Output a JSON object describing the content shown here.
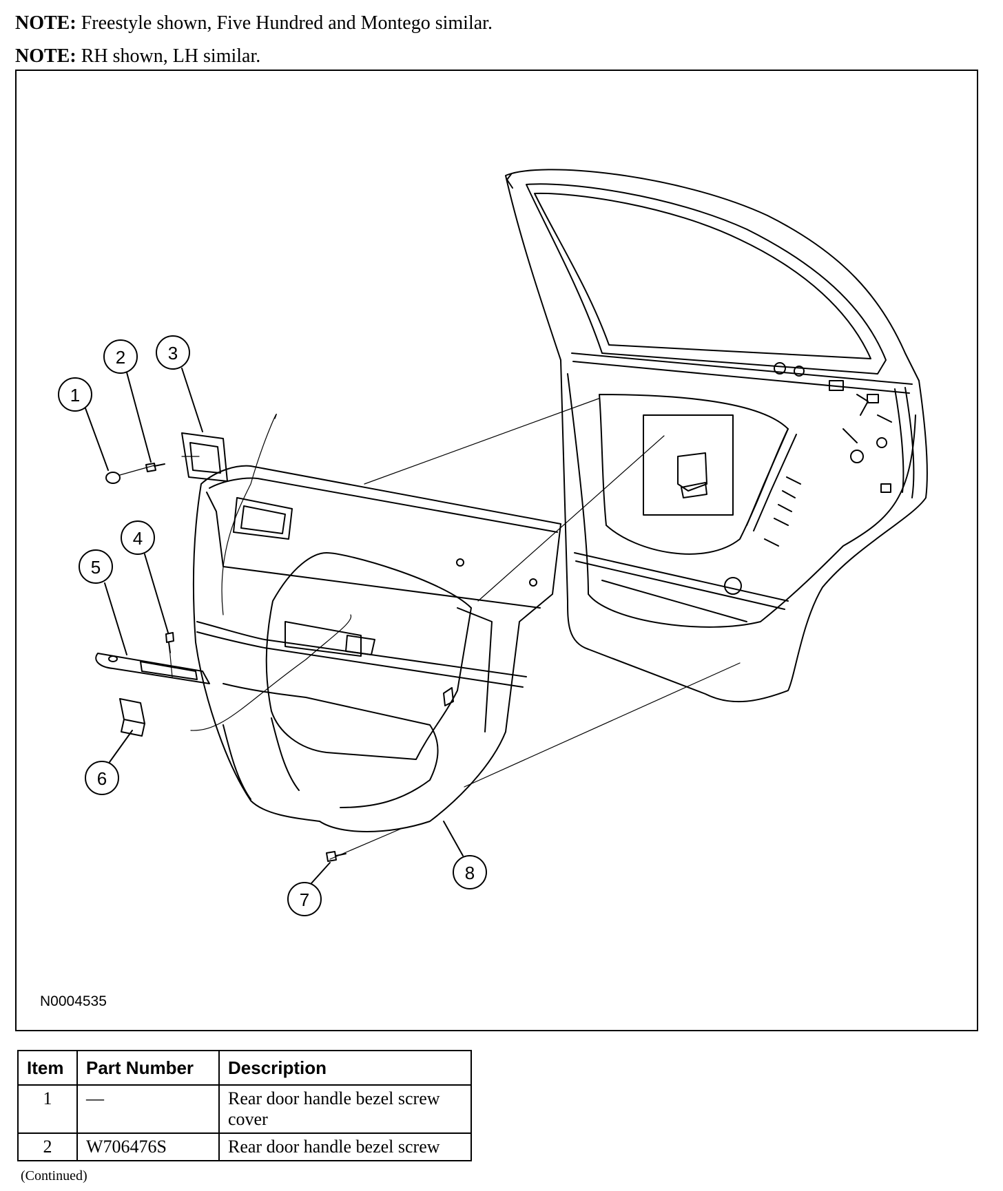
{
  "notes": [
    {
      "label": "NOTE:",
      "text": "Freestyle shown, Five Hundred and Montego similar."
    },
    {
      "label": "NOTE:",
      "text": "RH shown, LH similar."
    }
  ],
  "figure": {
    "id": "N0004535",
    "callouts": [
      "1",
      "2",
      "3",
      "4",
      "5",
      "6",
      "7",
      "8"
    ]
  },
  "table": {
    "headers": {
      "item": "Item",
      "part_number": "Part Number",
      "description": "Description"
    },
    "rows": [
      {
        "item": "1",
        "part_number": "—",
        "description": "Rear door handle bezel screw cover"
      },
      {
        "item": "2",
        "part_number": "W706476S",
        "description": "Rear door handle bezel screw"
      }
    ]
  },
  "footer": "(Continued)"
}
